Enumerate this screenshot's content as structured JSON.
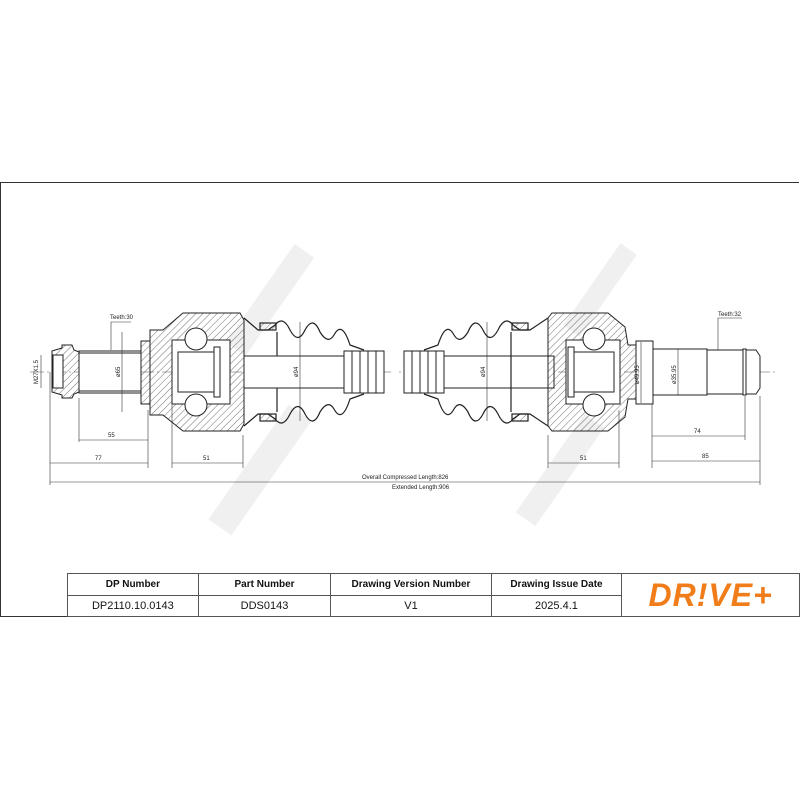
{
  "drawing": {
    "subject": "drive shaft technical drawing",
    "left_end": {
      "thread_label": "M27X1.5",
      "teeth_label": "Teeth:30",
      "diameter_label": "ø65",
      "dim_55": "55",
      "dim_77": "77",
      "dim_51": "51"
    },
    "shaft": {
      "left_diameter_label": "ø94",
      "right_diameter_label": "ø94"
    },
    "right_end": {
      "teeth_label": "Teeth:32",
      "diameter_outer_label": "ø49.95",
      "diameter_inner_label": "ø35.95",
      "dim_74": "74",
      "dim_85": "85",
      "dim_51": "51"
    },
    "overall": {
      "compressed_label": "Overall  Compressed  Length:826",
      "extended_label": "Extended  Length:906"
    },
    "watermark": "DR!VE+",
    "colors": {
      "line": "#222222",
      "watermark": "#eeeeee",
      "brand": "#f07d1a"
    }
  },
  "title_block": {
    "headers": [
      "DP Number",
      "Part Number",
      "Drawing Version Number",
      "Drawing Issue Date"
    ],
    "values": [
      "DP2110.10.0143",
      "DDS0143",
      "V1",
      "2025.4.1"
    ],
    "logo": "DR!VE+"
  }
}
